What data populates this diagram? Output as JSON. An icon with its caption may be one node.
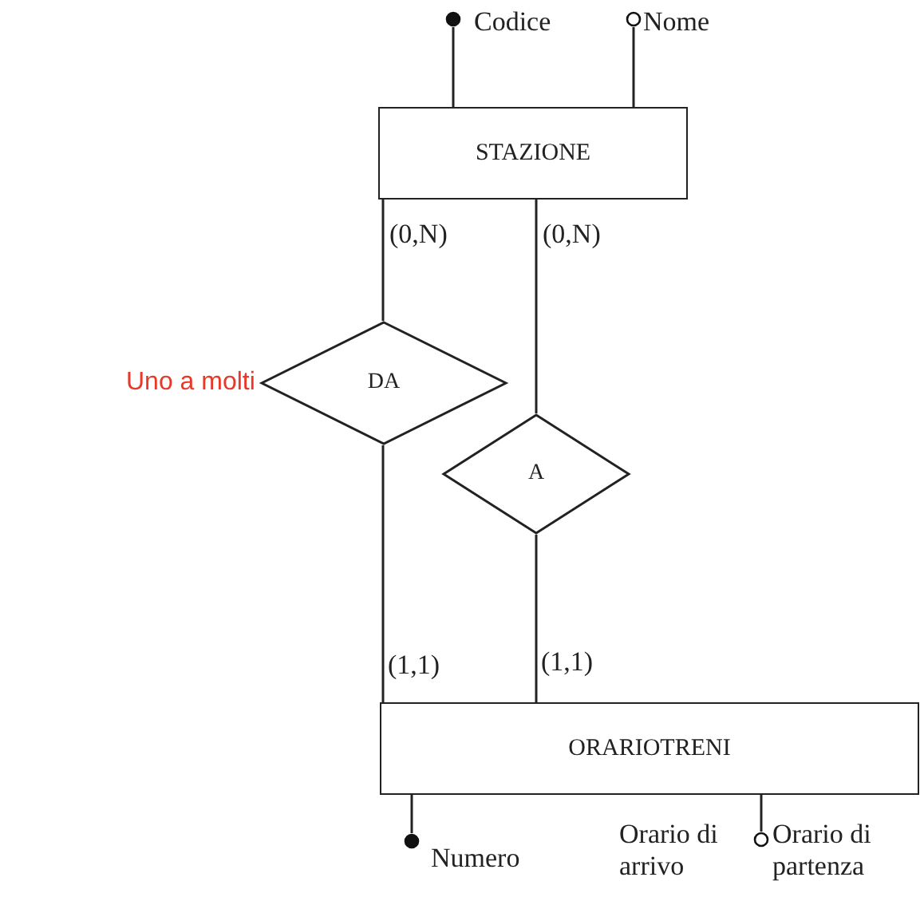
{
  "diagram": {
    "nodes": [
      {
        "text": [
          "STAZIONE"
        ]
      },
      {
        "text": [
          "DA"
        ]
      },
      {
        "text": [
          "A"
        ]
      },
      {
        "text": [
          "ORARIOTRENI"
        ]
      },
      {
        "text": [],
        "shape": "dot",
        "beside": [
          "Codice"
        ]
      },
      {
        "text": [],
        "shape": "circle",
        "beside": [
          "Nome"
        ]
      },
      {
        "text": [],
        "shape": "dot",
        "beside": [
          "Numero"
        ]
      },
      {
        "text": [],
        "shape": "circle",
        "beside": [
          "Orario di arrivo",
          "Orario di partenza"
        ]
      }
    ],
    "edges": [
      {
        "from": 0,
        "to": 4,
        "arrow": "none"
      },
      {
        "from": 0,
        "to": 5,
        "arrow": "none"
      },
      {
        "from": 0,
        "to": 1,
        "arrow": "none",
        "label": "(0,N)"
      },
      {
        "from": 0,
        "to": 2,
        "arrow": "none",
        "label": "(0,N)"
      },
      {
        "from": 1,
        "to": 3,
        "arrow": "none",
        "label": "(1,1)"
      },
      {
        "from": 2,
        "to": 3,
        "arrow": "none",
        "label": "(1,1)"
      },
      {
        "from": 3,
        "to": 6,
        "arrow": "none"
      },
      {
        "from": 3,
        "to": 7,
        "arrow": "none"
      }
    ],
    "labels": [
      "Uno a molti"
    ]
  }
}
